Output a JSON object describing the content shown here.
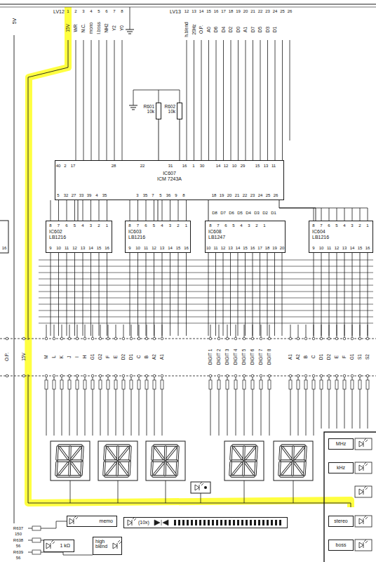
{
  "diagram": {
    "nodes": [
      {
        "text": [
          "IC607",
          "ICM 7243A"
        ]
      },
      {
        "text": [
          "R601",
          "10k"
        ]
      },
      {
        "text": [
          "R602",
          "10k"
        ]
      },
      {
        "text": [
          "IC602",
          "LB1216"
        ]
      },
      {
        "text": [
          "IC603",
          "LB1216"
        ]
      },
      {
        "text": [
          "IC608",
          "LB1247"
        ]
      },
      {
        "text": [
          "IC604",
          "LB1216"
        ]
      },
      {
        "text": [
          "MHz"
        ]
      },
      {
        "text": [
          "kHz"
        ]
      },
      {
        "text": [
          "stereo"
        ]
      },
      {
        "text": [
          "boss"
        ]
      },
      {
        "text": [
          "memo"
        ]
      },
      {
        "text": [
          "(10x)"
        ]
      },
      {
        "text": [
          "1 kΩ"
        ]
      },
      {
        "text": [
          "high blend"
        ]
      }
    ],
    "edges": [
      {
        "from": 0,
        "to": 3,
        "arrow": "none"
      },
      {
        "from": 0,
        "to": 4,
        "arrow": "none"
      },
      {
        "from": 0,
        "to": 5,
        "arrow": "none"
      },
      {
        "from": 0,
        "to": 6,
        "arrow": "none"
      },
      {
        "from": 1,
        "to": 0,
        "arrow": "none"
      },
      {
        "from": 2,
        "to": 0,
        "arrow": "none"
      }
    ],
    "labels": [
      "5V",
      "LV12",
      "1",
      "2",
      "3",
      "4",
      "5",
      "6",
      "7",
      "8",
      "15V",
      "WR",
      "N.C.",
      "mono",
      "I.boss",
      "NH2",
      "Y2",
      "Y0",
      "LV13",
      "12",
      "13",
      "14",
      "15",
      "16",
      "17",
      "18",
      "19",
      "20",
      "21",
      "22",
      "23",
      "24",
      "25",
      "26",
      "h.blend",
      "20Hz",
      "O.P.",
      "A0",
      "D6",
      "D4",
      "D2",
      "D0",
      "A1",
      "D7",
      "D5",
      "D3",
      "D1",
      "40",
      "2",
      "17",
      "28",
      "22",
      "31",
      "16",
      "1",
      "30",
      "14",
      "12",
      "10",
      "29",
      "15",
      "13",
      "11",
      "5",
      "32",
      "27",
      "33",
      "39",
      "4",
      "35",
      "3",
      "35",
      "7",
      "5",
      "36",
      "9",
      "8",
      "18",
      "19",
      "20",
      "21",
      "22",
      "23",
      "24",
      "25",
      "26",
      "D8",
      "D7",
      "D6",
      "D5",
      "D4",
      "D3",
      "D2",
      "D1",
      "8",
      "7",
      "6",
      "5",
      "4",
      "3",
      "2",
      "1",
      "9",
      "10",
      "11",
      "12",
      "13",
      "14",
      "15",
      "16",
      "8",
      "7",
      "6",
      "5",
      "4",
      "3",
      "2",
      "1",
      "9",
      "10",
      "11",
      "12",
      "13",
      "14",
      "15",
      "16",
      "8",
      "7",
      "6",
      "5",
      "4",
      "3",
      "2",
      "1",
      "10",
      "11",
      "12",
      "13",
      "14",
      "15",
      "16",
      "17",
      "18",
      "19",
      "20",
      "8",
      "7",
      "6",
      "5",
      "4",
      "3",
      "2",
      "1",
      "9",
      "10",
      "11",
      "12",
      "13",
      "14",
      "15",
      "16",
      "16",
      "O.P.",
      "15V",
      "M",
      "L",
      "K",
      "J",
      "I",
      "H",
      "G1",
      "G2",
      "F",
      "E",
      "D2",
      "D1",
      "C",
      "B",
      "A2",
      "A1",
      "DIGIT 1",
      "DIGIT 2",
      "DIGIT 3",
      "DIGIT 4",
      "DIGIT 5",
      "DIGIT 6",
      "DIGIT 7",
      "DIGIT 8",
      "A1",
      "A2",
      "B",
      "C",
      "D1",
      "D2",
      "E",
      "F",
      "G1",
      "S1",
      "S2",
      "R637",
      "150",
      "R638",
      "56",
      "R639",
      "56"
    ]
  }
}
